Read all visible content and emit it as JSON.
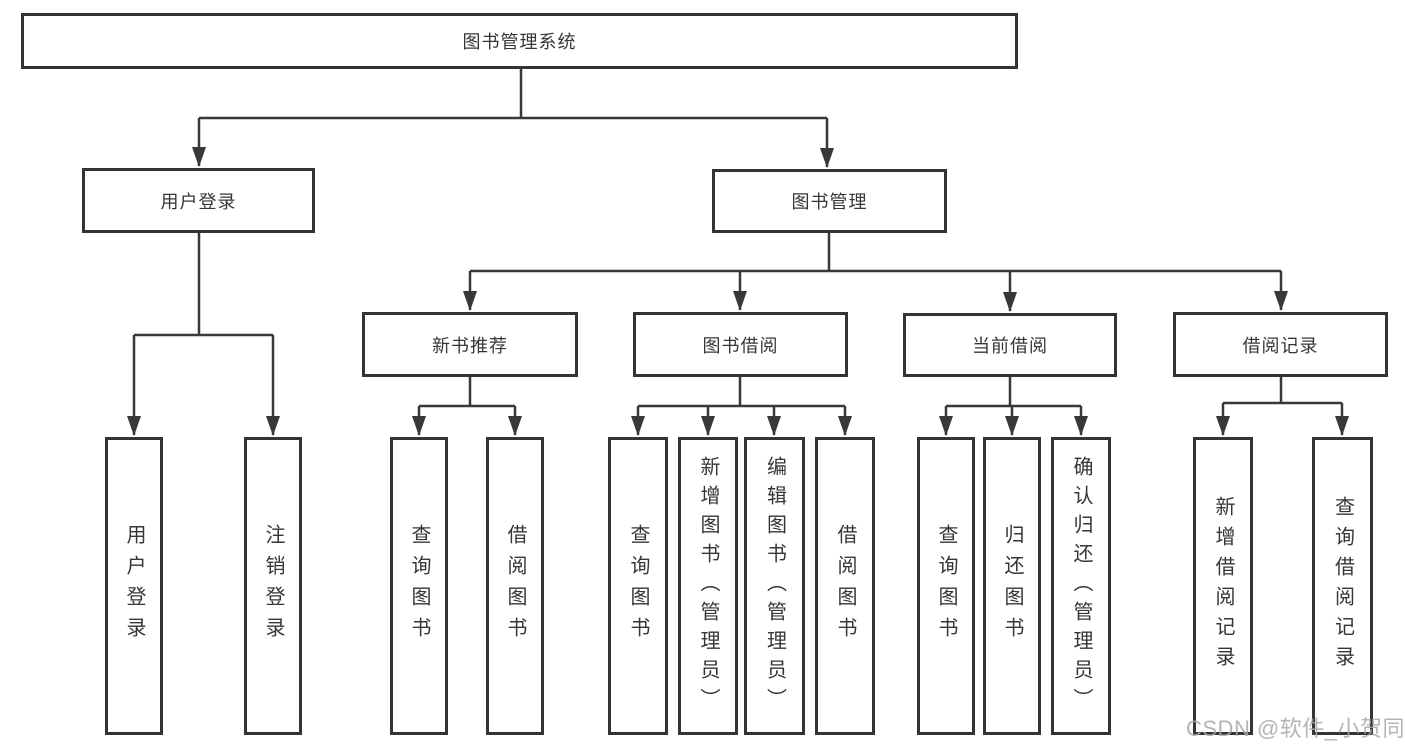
{
  "colors": {
    "line": "#383838",
    "box_border": "#343434",
    "box_fill": "#ffffff",
    "text": "#363636",
    "watermark": "#a8a8a8"
  },
  "tree": {
    "root": {
      "label": "图书管理系统"
    },
    "branches": [
      {
        "label": "用户登录",
        "leaves": [
          {
            "label": "用户登录"
          },
          {
            "label": "注销登录"
          }
        ]
      },
      {
        "label": "图书管理",
        "groups": [
          {
            "label": "新书推荐",
            "leaves": [
              {
                "label": "查询图书"
              },
              {
                "label": "借阅图书"
              }
            ]
          },
          {
            "label": "图书借阅",
            "leaves": [
              {
                "label": "查询图书"
              },
              {
                "label": "新增图书（管理员）"
              },
              {
                "label": "编辑图书（管理员）"
              },
              {
                "label": "借阅图书"
              }
            ]
          },
          {
            "label": "当前借阅",
            "leaves": [
              {
                "label": "查询图书"
              },
              {
                "label": "归还图书"
              },
              {
                "label": "确认归还（管理员）"
              }
            ]
          },
          {
            "label": "借阅记录",
            "leaves": [
              {
                "label": "新增借阅记录"
              },
              {
                "label": "查询借阅记录"
              }
            ]
          }
        ]
      }
    ]
  },
  "watermark": {
    "text": "CSDN @软件_小贺同学"
  }
}
